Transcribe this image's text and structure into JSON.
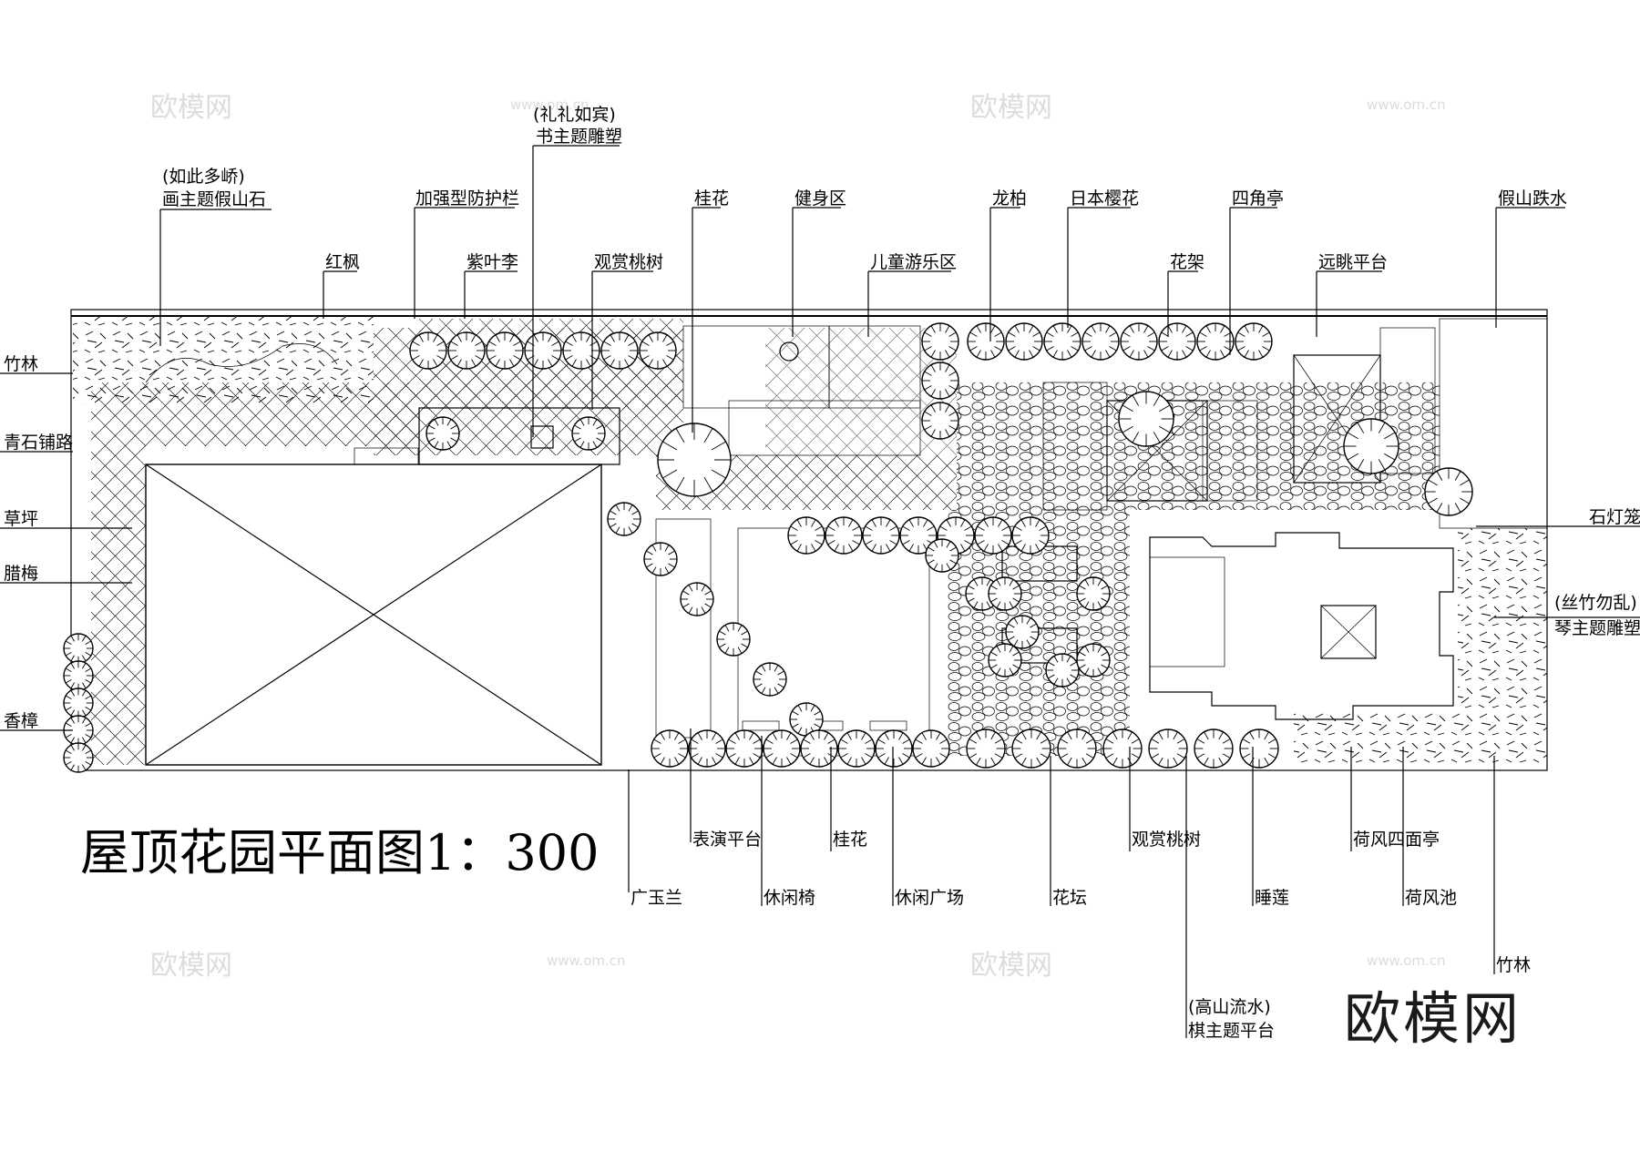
{
  "title": "屋顶花园平面图1：300",
  "brand": "欧模网",
  "watermark": {
    "logo": "欧模网",
    "url": "www.om.cn"
  },
  "labels": {
    "poetry_rock_1": "(如此多峤)",
    "poetry_rock_2": "画主题假山石",
    "calligraphy_1": "(礼礼如宾)",
    "calligraphy_2": "书主题雕塑",
    "fence": "加强型防护栏",
    "red_maple": "红枫",
    "purple_plum": "紫叶李",
    "peach_top": "观赏桃树",
    "osmanthus_top": "桂花",
    "fitness": "健身区",
    "kids": "儿童游乐区",
    "juniper": "龙柏",
    "cherry": "日本樱花",
    "pavilion4": "四角亭",
    "trellis": "花架",
    "viewing": "远眺平台",
    "rockery_water": "假山跌水",
    "bamboo_left": "竹林",
    "stone_path": "青石铺路",
    "lawn": "草坪",
    "wintersweet": "腊梅",
    "camphor": "香樟",
    "stone_lantern": "石灯笼",
    "music_1": "(丝竹勿乱)",
    "music_2": "琴主题雕塑",
    "stage": "表演平台",
    "osmanthus_bottom": "桂花",
    "peach_bottom": "观赏桃树",
    "lotus_pavilion": "荷风四面亭",
    "magnolia": "广玉兰",
    "bench": "休闲椅",
    "plaza": "休闲广场",
    "flowerbed": "花坛",
    "waterlily": "睡莲",
    "lotus_pond": "荷风池",
    "bamboo_right": "竹林",
    "chess_1": "(高山流水)",
    "chess_2": "棋主题平台"
  }
}
